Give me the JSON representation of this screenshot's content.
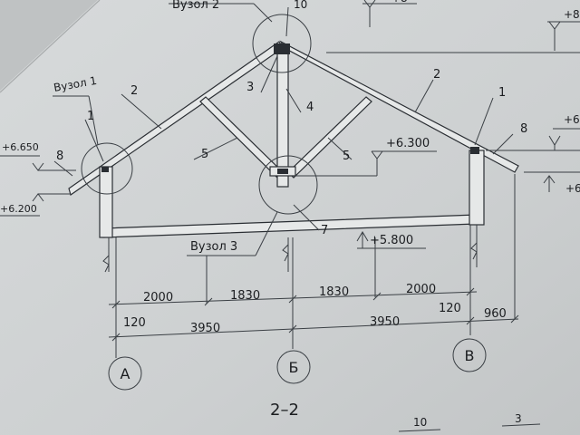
{
  "drawing": {
    "section_title": "2–2",
    "node_labels": {
      "node_top": "Вузол 2",
      "node_left": "Вузол 1",
      "node_bottom": "Вузол 3"
    },
    "top_partial_number": "10",
    "elevations": {
      "ridge_top": "+8",
      "right_top": "+8",
      "left_eave": "+6.650",
      "left_lower": "+6.200",
      "tie": "+6.300",
      "beam": "+5.800",
      "right_eave": "+6",
      "right_lower": "+6"
    },
    "member_marks": {
      "rafter_left": "2",
      "rafter_right": "2",
      "left_node": "1",
      "right_node": "1",
      "left_8": "8",
      "right_8": "8",
      "strut_left": "5",
      "strut_right": "5",
      "post": "4",
      "ridge_3": "3",
      "bottom_7": "7"
    },
    "dimensions": {
      "chain_upper": [
        "2000",
        "1830",
        "1830",
        "2000"
      ],
      "offset_left": "120",
      "offset_right": "120",
      "span_left": "3950",
      "span_right": "3950",
      "overhang_right": "960"
    },
    "axes": [
      "А",
      "Б",
      "В"
    ],
    "bottom_marks": {
      "left": "10",
      "right": "3"
    }
  }
}
